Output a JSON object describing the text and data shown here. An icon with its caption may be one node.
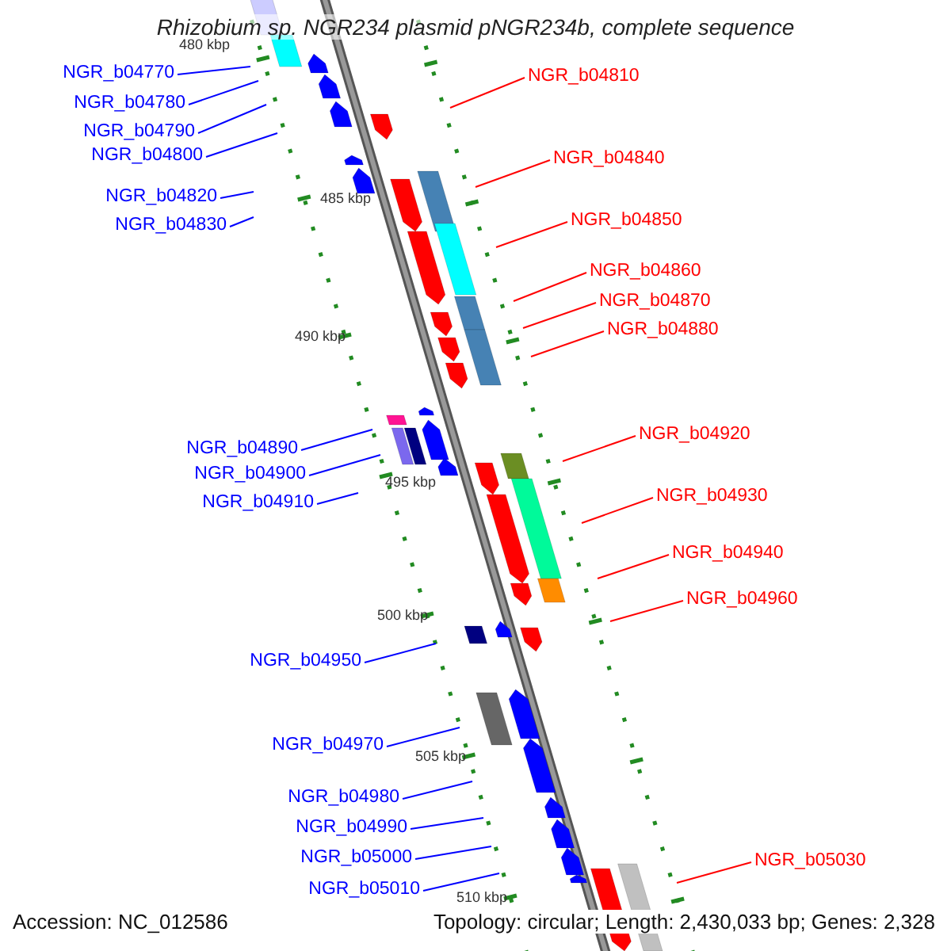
{
  "diagram": {
    "title": "Rhizobium sp. NGR234 plasmid pNGR234b, complete sequence",
    "nodes": [
      {
        "text": [
          "NGR_b04770"
        ]
      },
      {
        "text": [
          "NGR_b04810"
        ]
      },
      {
        "text": [
          "NGR_b04780"
        ]
      },
      {
        "text": [
          "NGR_b04790"
        ]
      },
      {
        "text": [
          "NGR_b04800"
        ]
      },
      {
        "text": [
          "NGR_b04840"
        ]
      },
      {
        "text": [
          "NGR_b04820"
        ]
      },
      {
        "text": [
          "NGR_b04850"
        ]
      },
      {
        "text": [
          "NGR_b04830"
        ]
      },
      {
        "text": [
          "NGR_b04860"
        ]
      },
      {
        "text": [
          "NGR_b04870"
        ]
      },
      {
        "text": [
          "NGR_b04880"
        ]
      },
      {
        "text": [
          "NGR_b04920"
        ]
      },
      {
        "text": [
          "NGR_b04890"
        ]
      },
      {
        "text": [
          "NGR_b04900"
        ]
      },
      {
        "text": [
          "NGR_b04930"
        ]
      },
      {
        "text": [
          "NGR_b04910"
        ]
      },
      {
        "text": [
          "NGR_b04940"
        ]
      },
      {
        "text": [
          "NGR_b04960"
        ]
      },
      {
        "text": [
          "NGR_b04950"
        ]
      },
      {
        "text": [
          "NGR_b04970"
        ]
      },
      {
        "text": [
          "NGR_b04980"
        ]
      },
      {
        "text": [
          "NGR_b04990"
        ]
      },
      {
        "text": [
          "NGR_b05000"
        ]
      },
      {
        "text": [
          "NGR_b05030"
        ]
      },
      {
        "text": [
          "NGR_b05010"
        ]
      }
    ],
    "edges": [
      {
        "from": 0,
        "to": null,
        "arrow": "none"
      },
      {
        "from": 1,
        "to": null,
        "arrow": "none",
        "color": "#ff0000"
      },
      {
        "from": 2,
        "to": null,
        "arrow": "none"
      },
      {
        "from": 3,
        "to": null,
        "arrow": "none"
      },
      {
        "from": 4,
        "to": null,
        "arrow": "none"
      },
      {
        "from": 5,
        "to": null,
        "arrow": "none",
        "color": "#ff0000"
      },
      {
        "from": 6,
        "to": null,
        "arrow": "none"
      },
      {
        "from": 7,
        "to": null,
        "arrow": "none",
        "color": "#ff0000"
      },
      {
        "from": 8,
        "to": null,
        "arrow": "none"
      },
      {
        "from": 9,
        "to": null,
        "arrow": "none",
        "color": "#ff0000"
      },
      {
        "from": 10,
        "to": null,
        "arrow": "none",
        "color": "#ff0000"
      },
      {
        "from": 11,
        "to": null,
        "arrow": "none",
        "color": "#ff0000"
      },
      {
        "from": 12,
        "to": null,
        "arrow": "none",
        "color": "#ff0000"
      },
      {
        "from": 13,
        "to": null,
        "arrow": "none"
      },
      {
        "from": 14,
        "to": null,
        "arrow": "none"
      },
      {
        "from": 15,
        "to": null,
        "arrow": "none",
        "color": "#ff0000"
      },
      {
        "from": 16,
        "to": null,
        "arrow": "none"
      },
      {
        "from": 17,
        "to": null,
        "arrow": "none",
        "color": "#ff0000"
      },
      {
        "from": 18,
        "to": null,
        "arrow": "none",
        "color": "#ff0000"
      },
      {
        "from": 19,
        "to": null,
        "arrow": "none"
      },
      {
        "from": 20,
        "to": null,
        "arrow": "none"
      },
      {
        "from": 21,
        "to": null,
        "arrow": "none"
      },
      {
        "from": 22,
        "to": null,
        "arrow": "none"
      },
      {
        "from": 23,
        "to": null,
        "arrow": "none"
      },
      {
        "from": 24,
        "to": null,
        "arrow": "none",
        "color": "#ff0000"
      },
      {
        "from": 25,
        "to": null,
        "arrow": "none"
      }
    ],
    "labels": [
      "480 kbp",
      "485 kbp",
      "490 kbp",
      "495 kbp",
      "500 kbp",
      "505 kbp",
      "510 kbp",
      "Accession: NC_012586",
      "Topology: circular; Length: 2,430,033 bp; Genes: 2,328"
    ]
  }
}
